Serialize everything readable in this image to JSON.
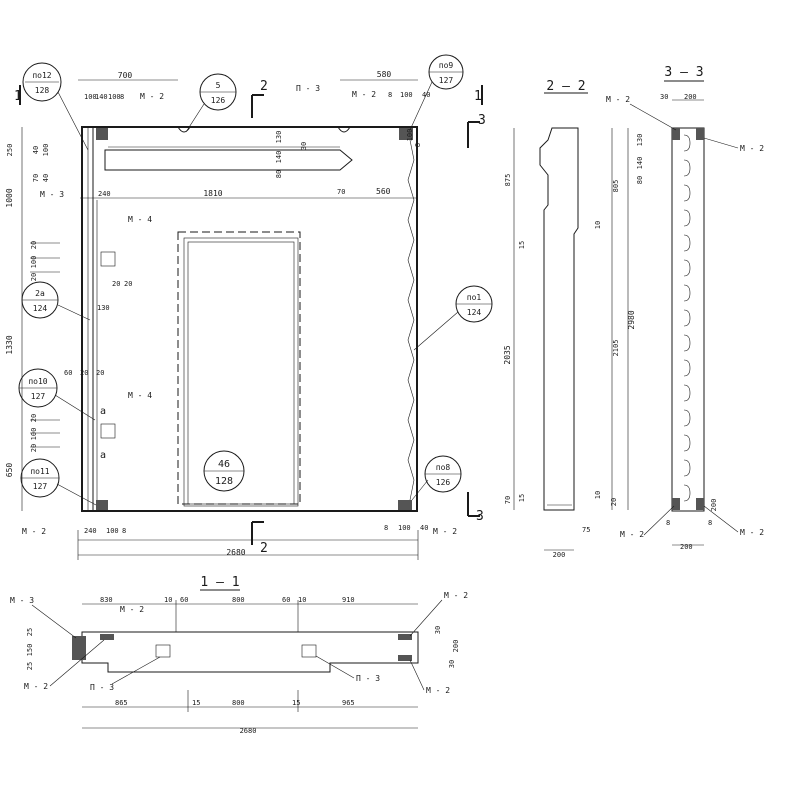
{
  "elevation": {
    "section_markers": {
      "one_left": "1",
      "one_right": "1",
      "two_top": "2",
      "two_bottom": "2",
      "three_top": "3",
      "three_bottom": "3"
    },
    "callouts": [
      {
        "num": "по12",
        "sheet": "128"
      },
      {
        "num": "5",
        "sheet": "126"
      },
      {
        "num": "по9",
        "sheet": "127"
      },
      {
        "num": "2а",
        "sheet": "124"
      },
      {
        "num": "по1",
        "sheet": "124"
      },
      {
        "num": "по10",
        "sheet": "127"
      },
      {
        "num": "по11",
        "sheet": "127"
      },
      {
        "num": "46",
        "sheet": "128"
      },
      {
        "num": "по8",
        "sheet": "126"
      }
    ],
    "labels": {
      "m2": "М - 2",
      "m3": "М - 3",
      "m4": "М - 4",
      "p3": "П - 3",
      "a": "а"
    },
    "dims_top": [
      "700",
      "580",
      "100",
      "140",
      "100",
      "8",
      "8",
      "100",
      "40"
    ],
    "dims_mid": [
      "240",
      "1810",
      "70",
      "560",
      "130",
      "60",
      "20",
      "20",
      "20",
      "20"
    ],
    "dims_left_vertical": [
      "250",
      "40",
      "100",
      "70",
      "40",
      "1000",
      "20",
      "100",
      "20",
      "1330",
      "20",
      "100",
      "20",
      "650"
    ],
    "dims_top_right": [
      "100",
      "8",
      "130",
      "140",
      "80",
      "30"
    ],
    "dims_bottom": [
      "240",
      "100",
      "8",
      "8",
      "100",
      "40",
      "2680"
    ]
  },
  "section_2_2": {
    "title": "2 — 2",
    "dims": [
      "875",
      "15",
      "2035",
      "10",
      "70",
      "15",
      "75",
      "805",
      "2105",
      "2980",
      "10",
      "20",
      "200"
    ]
  },
  "section_3_3": {
    "title": "3 — 3",
    "top_dims": [
      "30",
      "200"
    ],
    "bottom_dims": [
      "8",
      "200",
      "200",
      "8"
    ],
    "labels": [
      "М - 2",
      "М - 2",
      "М - 2",
      "М - 2"
    ]
  },
  "section_1_1": {
    "title": "1 — 1",
    "top_dims": [
      "830",
      "10",
      "60",
      "800",
      "60",
      "10",
      "910"
    ],
    "bottom_dims": [
      "865",
      "15",
      "800",
      "15",
      "965",
      "2680"
    ],
    "left_dims": [
      "25",
      "150",
      "25"
    ],
    "right_dims": [
      "200",
      "30",
      "30"
    ],
    "labels": [
      "М - 3",
      "М - 2",
      "М - 2",
      "М - 2",
      "П - 3",
      "П - 3"
    ]
  }
}
